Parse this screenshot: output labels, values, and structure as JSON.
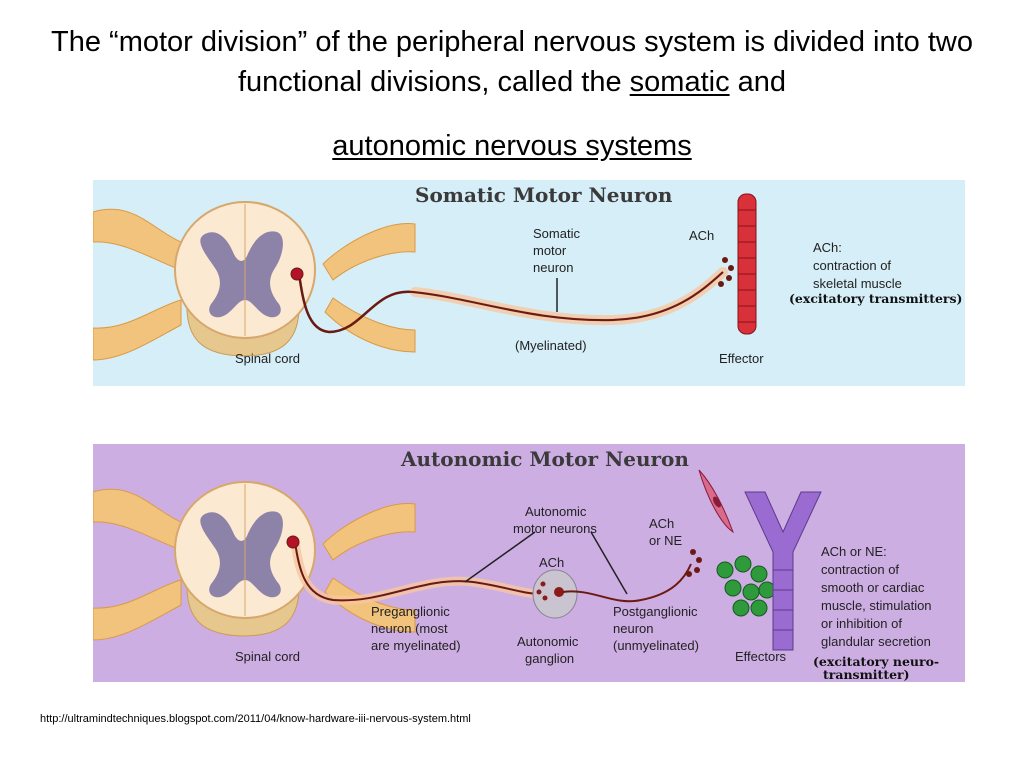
{
  "title": {
    "prefix": "The “motor division” of the peripheral nervous system is divided into two functional divisions, called the ",
    "somatic": "somatic",
    "and": " and",
    "autonomic": "autonomic nervous systems"
  },
  "somatic_panel": {
    "heading": "Somatic Motor Neuron",
    "neuron_label": [
      "Somatic",
      "motor",
      "neuron"
    ],
    "ach_label": "ACh",
    "myelinated_label": "(Myelinated)",
    "spinal_cord_label": "Spinal cord",
    "effector_label": "Effector",
    "effect_text": [
      "ACh:",
      "contraction of",
      "skeletal muscle"
    ],
    "transmitter_note": "(excitatory transmitters)"
  },
  "autonomic_panel": {
    "heading": "Autonomic Motor Neuron",
    "neurons_label": [
      "Autonomic",
      "motor neurons"
    ],
    "ganglion_ach_label": "ACh",
    "ach_or_ne_label": [
      "ACh",
      "or NE"
    ],
    "preganglionic_label": [
      "Preganglionic",
      "neuron (most",
      "are myelinated)"
    ],
    "ganglion_label": [
      "Autonomic",
      "ganglion"
    ],
    "postganglionic_label": [
      "Postganglionic",
      "neuron",
      "(unmyelinated)"
    ],
    "spinal_cord_label": "Spinal cord",
    "effectors_label": "Effectors",
    "effect_text": [
      "ACh or NE:",
      "contraction of",
      "smooth or cardiac",
      "muscle, stimulation",
      "or inhibition of",
      "glandular secretion"
    ],
    "transmitter_note": [
      "(excitatory neuro-",
      "transmitter)"
    ]
  },
  "source_url": "http://ultramindtechniques.blogspot.com/2011/04/know-hardware-iii-nervous-system.html",
  "colors": {
    "somatic_bg": "#d6eef8",
    "autonomic_bg": "#cdaee3",
    "gray_matter": "#8d82a8",
    "white_matter": "#fbe9d2",
    "nerve": "#f2c37c",
    "axon": "#6b1a12",
    "muscle": "#d8313a",
    "vessel": "#9a6bd0",
    "gland": "#2f9a3c"
  }
}
